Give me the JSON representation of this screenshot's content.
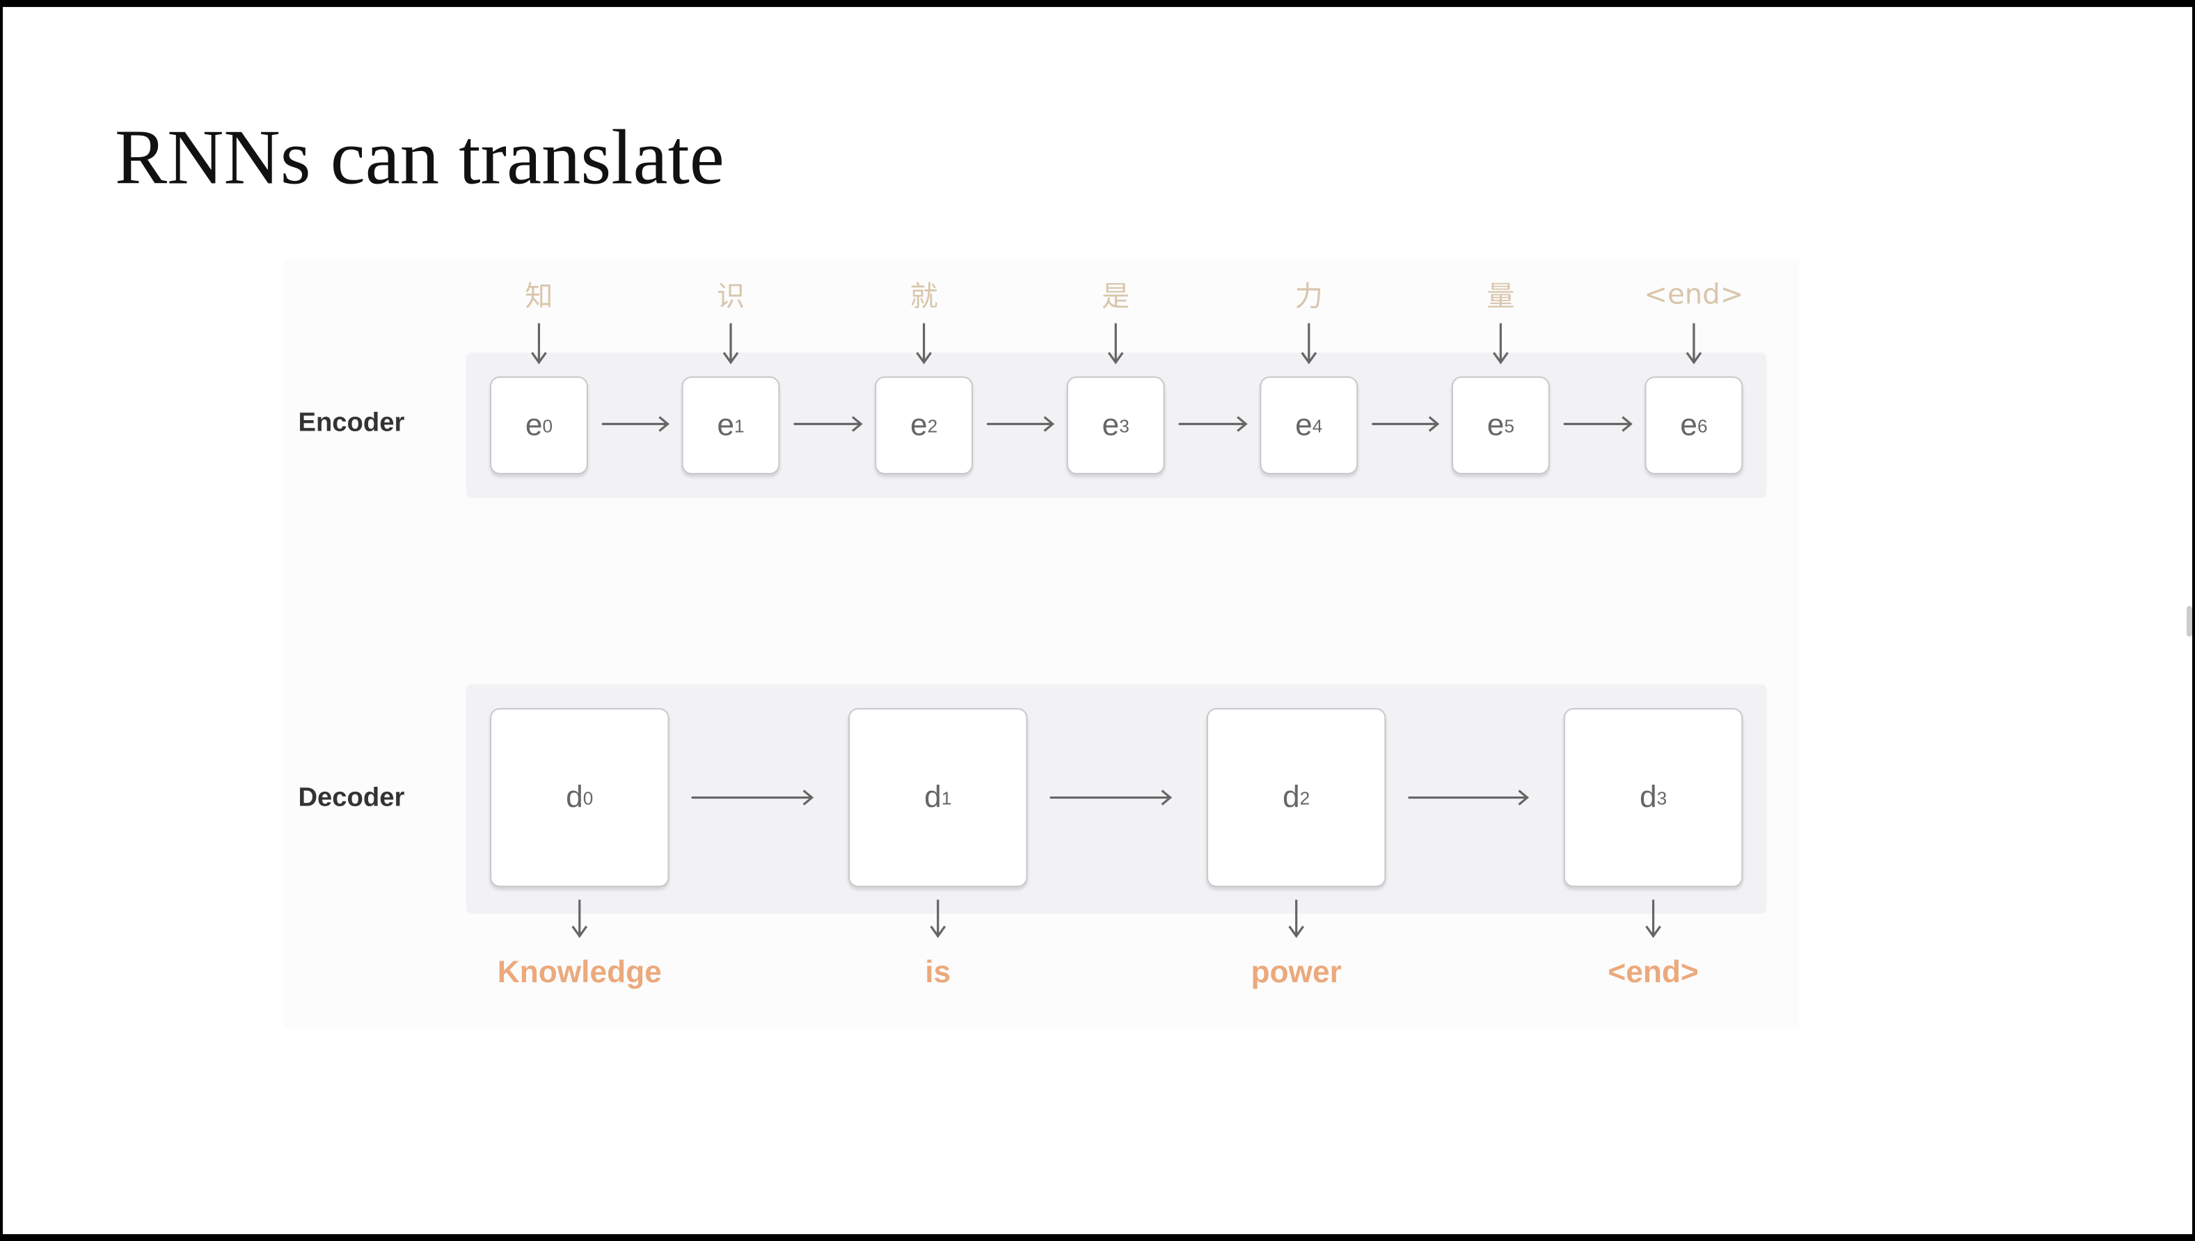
{
  "slide": {
    "title": "RNNs can translate"
  },
  "encoder": {
    "label": "Encoder",
    "inputs": [
      "知",
      "识",
      "就",
      "是",
      "力",
      "量",
      "<end>"
    ],
    "cells": [
      {
        "name": "e",
        "sub": "0"
      },
      {
        "name": "e",
        "sub": "1"
      },
      {
        "name": "e",
        "sub": "2"
      },
      {
        "name": "e",
        "sub": "3"
      },
      {
        "name": "e",
        "sub": "4"
      },
      {
        "name": "e",
        "sub": "5"
      },
      {
        "name": "e",
        "sub": "6"
      }
    ]
  },
  "decoder": {
    "label": "Decoder",
    "cells": [
      {
        "name": "d",
        "sub": "0"
      },
      {
        "name": "d",
        "sub": "1"
      },
      {
        "name": "d",
        "sub": "2"
      },
      {
        "name": "d",
        "sub": "3"
      }
    ],
    "outputs": [
      "Knowledge",
      "is",
      "power",
      "<end>"
    ]
  },
  "colors": {
    "input_text": "#d9c6ab",
    "output_text": "#eba97c",
    "band": "#f2f2f5"
  }
}
